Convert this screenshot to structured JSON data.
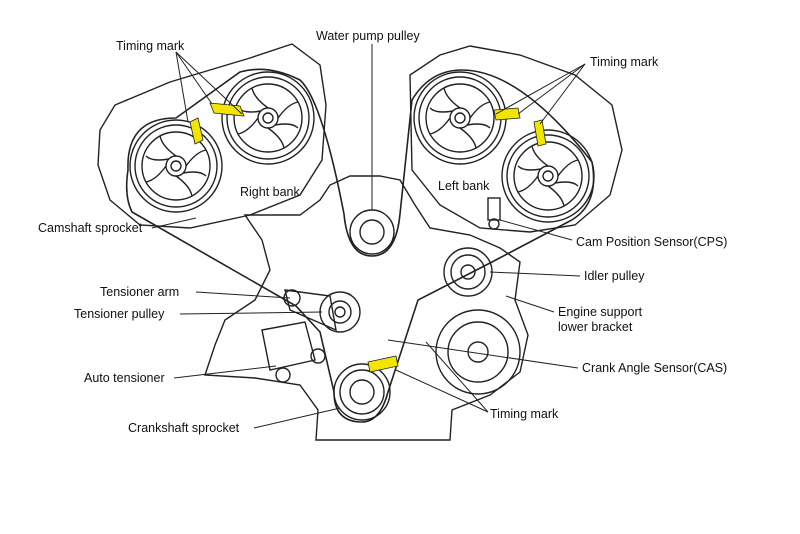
{
  "labels": {
    "timing_mark_left": "Timing mark",
    "water_pump_pulley": "Water pump pulley",
    "timing_mark_right": "Timing mark",
    "right_bank": "Right bank",
    "left_bank": "Left bank",
    "camshaft_sprocket": "Camshaft sprocket",
    "cam_position_sensor": "Cam Position Sensor(CPS)",
    "idler_pulley": "Idler pulley",
    "tensioner_arm": "Tensioner arm",
    "engine_support_line1": "Engine support",
    "engine_support_line2": "lower bracket",
    "tensioner_pulley": "Tensioner pulley",
    "crank_angle_sensor": "Crank Angle Sensor(CAS)",
    "auto_tensioner": "Auto tensioner",
    "timing_mark_bottom": "Timing mark",
    "crankshaft_sprocket": "Crankshaft sprocket"
  },
  "colors": {
    "highlight": "#f2e600",
    "line": "#222222"
  }
}
